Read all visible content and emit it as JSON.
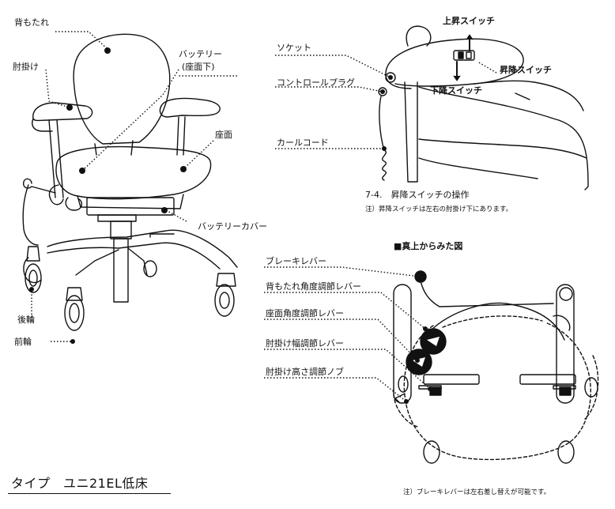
{
  "left_diagram": {
    "labels": {
      "backrest": "背もたれ",
      "armrest": "肘掛け",
      "battery_line1": "バッテリー",
      "battery_line2": "(座面下)",
      "seat": "座面",
      "battery_cover": "バッテリーカバー",
      "rear_wheel": "後輪",
      "front_wheel": "前輪"
    },
    "title": "タイプ　ユニ21EL低床"
  },
  "switch_diagram": {
    "labels": {
      "socket": "ソケット",
      "control_plug": "コントロールプラグ",
      "curl_cord": "カールコード",
      "up_switch": "上昇スイッチ",
      "lift_switch": "昇降スイッチ",
      "down_switch": "下降スイッチ"
    },
    "caption": "7-4.　昇降スイッチの操作",
    "note": "注）昇降スイッチは左右の肘掛け下にあります。"
  },
  "top_view": {
    "heading": "■真上からみた図",
    "labels": {
      "brake_lever": "ブレーキレバー",
      "back_angle_lever": "背もたれ角度調節レバー",
      "seat_angle_lever": "座面角度調節レバー",
      "arm_width_lever": "肘掛け幅調節レバー",
      "arm_height_knob": "肘掛け高さ調節ノブ"
    },
    "note": "注）ブレーキレバーは左右差し替えが可能です。"
  }
}
